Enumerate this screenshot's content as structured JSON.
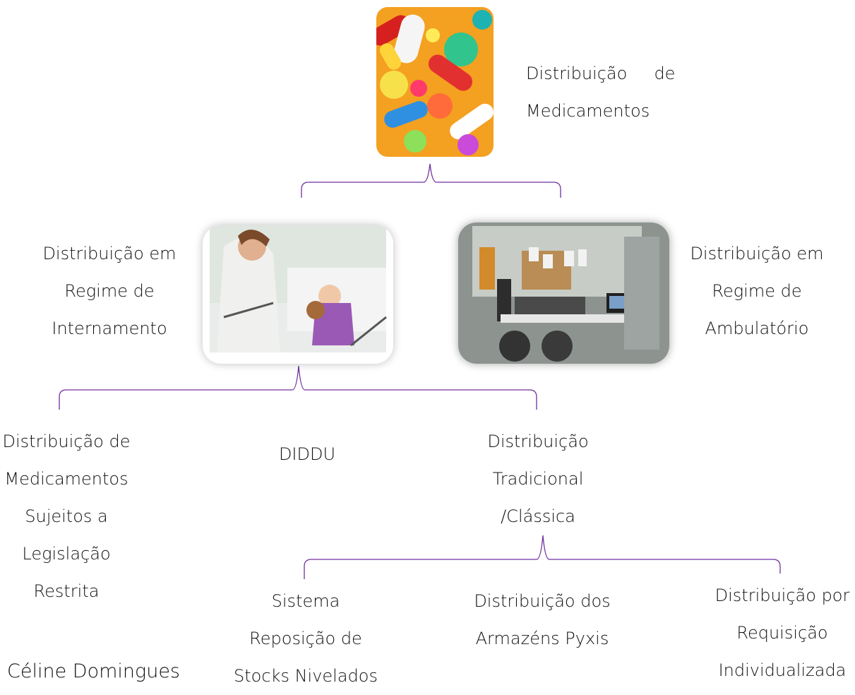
{
  "root": {
    "lines": [
      "Distribuição     de",
      "Medicamentos"
    ]
  },
  "internamento": {
    "lines": [
      "Distribuição em",
      "Regime de",
      "Internamento"
    ]
  },
  "ambulatorio": {
    "lines": [
      "Distribuição em",
      "Regime de",
      "Ambulatório"
    ]
  },
  "legislacao": {
    "lines": [
      "Distribuição de",
      "Medicamentos",
      "Sujeitos a",
      "Legislação",
      "Restrita"
    ]
  },
  "diddu": {
    "label": "DIDDU"
  },
  "tradicional": {
    "lines": [
      "Distribuição",
      "Tradicional",
      "/Clássica"
    ]
  },
  "reposicao": {
    "lines": [
      "Sistema",
      "Reposição de",
      "Stocks Nivelados"
    ]
  },
  "pyxis": {
    "lines": [
      "Distribuição dos",
      "Armazéns Pyxis"
    ]
  },
  "requisicao": {
    "lines": [
      "Distribuição por",
      "Requisição",
      "Individualizada"
    ]
  },
  "author": "Céline Domingues",
  "colors": {
    "bracket": "#7030a0"
  },
  "icons": {
    "root": "medications-image",
    "internamento": "hospital-ward-image",
    "ambulatorio": "pharmacy-office-image"
  }
}
